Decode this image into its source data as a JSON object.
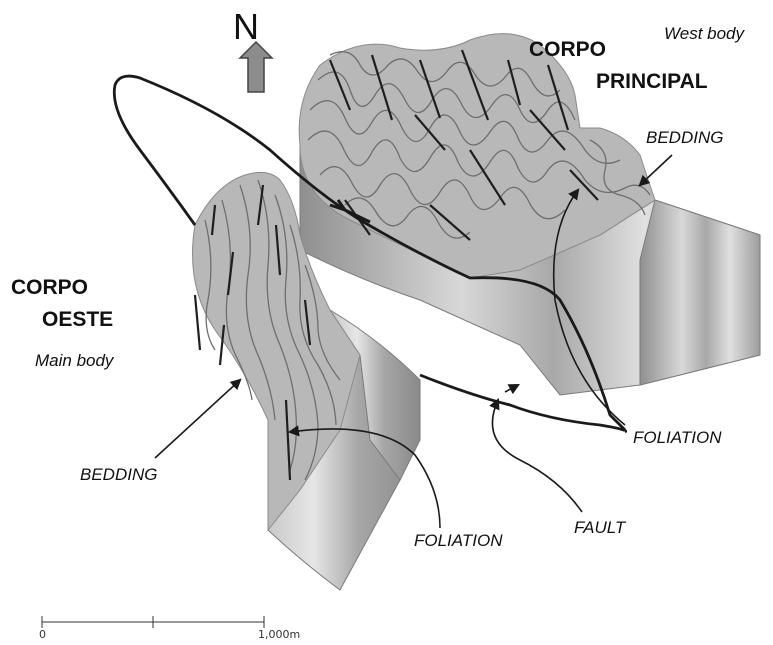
{
  "north": {
    "letter": "N"
  },
  "labels": {
    "corpo_principal_line1": "CORPO",
    "corpo_principal_line2": "PRINCIPAL",
    "west_body": "West body",
    "corpo_oeste_line1": "CORPO",
    "corpo_oeste_line2": "OESTE",
    "main_body": "Main body",
    "bedding_east": "BEDDING",
    "bedding_west": "BEDDING",
    "foliation_east": "FOLIATION",
    "foliation_west": "FOLIATION",
    "fault": "FAULT"
  },
  "scale_bar": {
    "start": "0",
    "end": "1,000m"
  },
  "colors": {
    "block_top": "#b8b8b8",
    "block_side": "#9a9a9a",
    "block_side_light": "#d4d4d4",
    "bedding_lines": "#6e6e6e",
    "foliation_lines": "#1f1f1f",
    "arrow": "#8c8c8c"
  }
}
